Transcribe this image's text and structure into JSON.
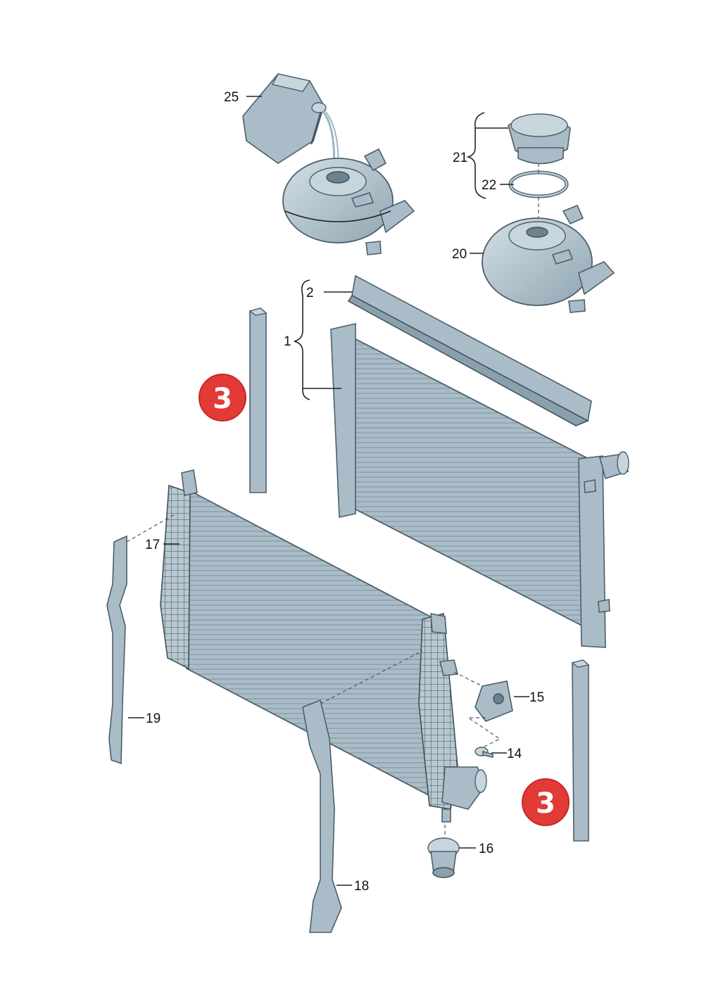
{
  "labels": {
    "p1": "1",
    "p2": "2",
    "p14": "14",
    "p15": "15",
    "p16": "16",
    "p17": "17",
    "p18": "18",
    "p19": "19",
    "p20": "20",
    "p21": "21",
    "p22": "22",
    "p25": "25"
  },
  "badges": {
    "left": "3",
    "right": "3"
  },
  "colors": {
    "badge": "#e23a37",
    "part_fill": "#a9bcc7",
    "outline": "#4c5f6a"
  }
}
